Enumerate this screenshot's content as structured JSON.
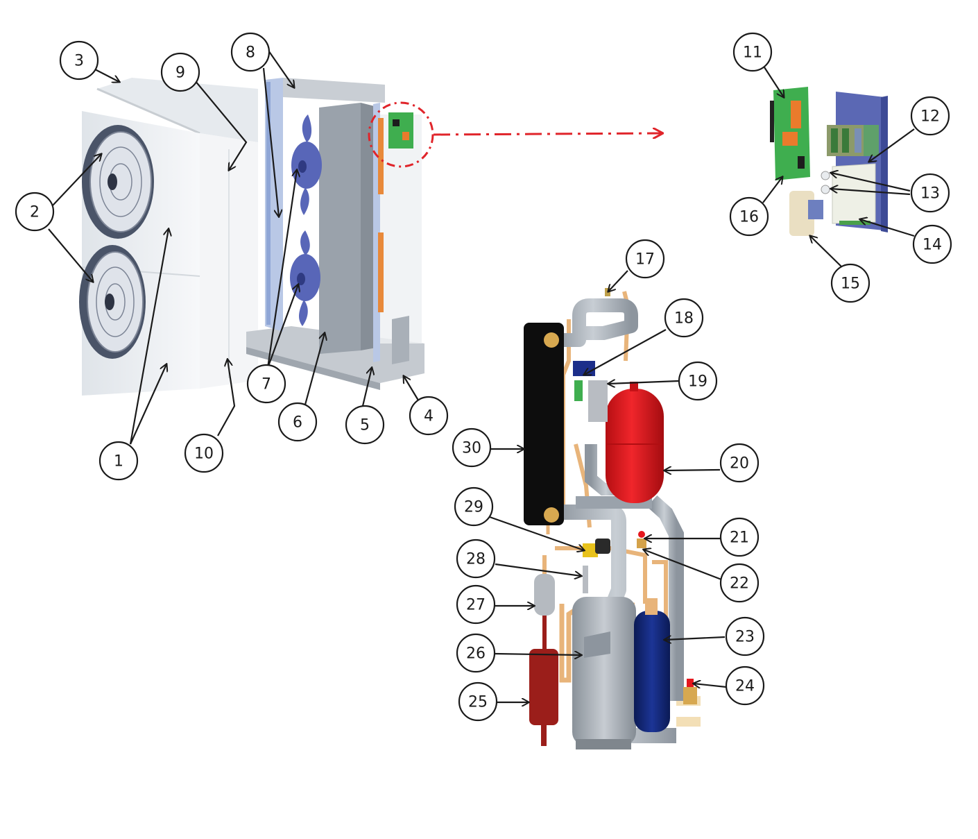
{
  "colors": {
    "outline": "#1a1a1a",
    "casing": "#eef1f3",
    "fan_guard": "#4a5468",
    "frame_gray": "#a9b0b8",
    "coil_blue": "#b9c8e6",
    "fan_blue": "#5866b8",
    "pcb_green": "#3fae4f",
    "copper": "#e8b47a",
    "red_vessel": "#e5171d",
    "navy_vessel": "#142a78",
    "dark_red_vessel": "#9b1e1a",
    "plate_hx": "#0d0d0d",
    "dash_red": "#e0242a"
  },
  "callouts": [
    "1",
    "2",
    "3",
    "4",
    "5",
    "6",
    "7",
    "8",
    "9",
    "10",
    "11",
    "12",
    "13",
    "14",
    "15",
    "16",
    "17",
    "18",
    "19",
    "20",
    "21",
    "22",
    "23",
    "24",
    "25",
    "26",
    "27",
    "28",
    "29",
    "30"
  ]
}
